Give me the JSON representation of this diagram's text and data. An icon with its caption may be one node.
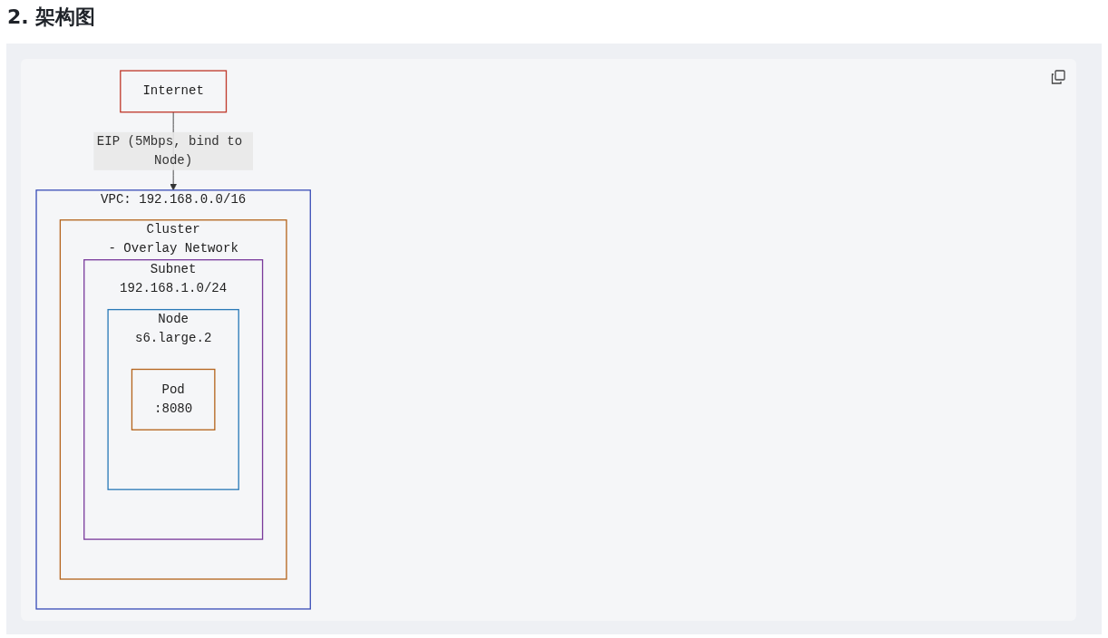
{
  "diagram": {
    "title": "2. 架构图",
    "nodes": [
      {
        "text": [
          "Internet"
        ]
      },
      {
        "text": [
          "VPC: 192.168.0.0/16"
        ]
      },
      {
        "text": [
          "Cluster",
          "- Overlay Network"
        ],
        "in": 1
      },
      {
        "text": [
          "Subnet",
          "192.168.1.0/24"
        ],
        "in": 2
      },
      {
        "text": [
          "Node",
          "s6.large.2"
        ],
        "in": 3
      },
      {
        "text": [
          "Pod",
          ":8080"
        ],
        "in": 4
      }
    ],
    "edges": [
      {
        "from": 0,
        "to": 1,
        "arrow": "to",
        "label": "EIP (5Mbps, bind to Node)"
      }
    ]
  }
}
